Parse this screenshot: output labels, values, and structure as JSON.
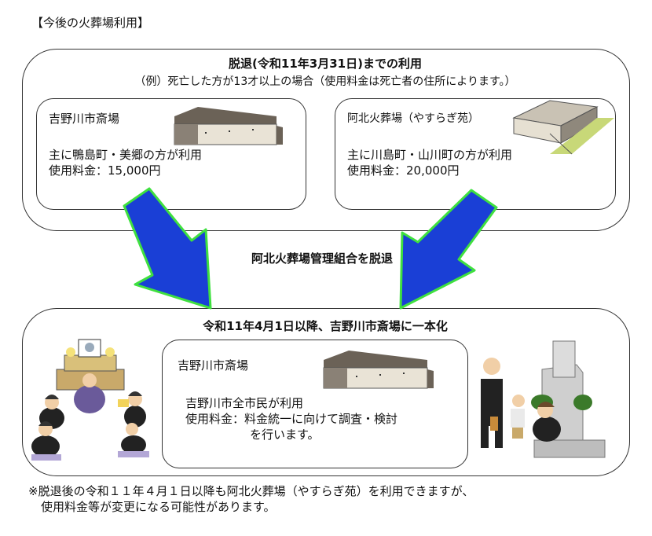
{
  "header": "【今後の火葬場利用】",
  "top_box": {
    "title": "脱退(令和11年3月31日)までの利用",
    "subtitle": "（例）死亡した方が13才以上の場合（使用料金は死亡者の住所によります。）",
    "left": {
      "name": "吉野川市斎場",
      "line1": "主に鴨島町・美郷の方が利用",
      "line2": "使用料金：15,000円"
    },
    "right": {
      "name": "阿北火葬場（やすらぎ苑）",
      "line1": "主に川島町・山川町の方が利用",
      "line2": "使用料金：20,000円"
    }
  },
  "middle_label": "阿北火葬場管理組合を脱退",
  "bottom_box": {
    "title": "令和11年4月1日以降、吉野川市斎場に一本化",
    "inner": {
      "name": "吉野川市斎場",
      "line1": "吉野川市全市民が利用",
      "line2": "使用料金：料金統一に向けて調査・検討",
      "line3": "を行います。"
    }
  },
  "footnote": {
    "line1": "※脱退後の令和１１年４月１日以降も阿北火葬場（やすらぎ苑）を利用できますが、",
    "line2": "使用料金等が変更になる可能性があります。"
  },
  "colors": {
    "arrow_fill": "#1a3fd6",
    "arrow_outline": "#3fe03f"
  }
}
